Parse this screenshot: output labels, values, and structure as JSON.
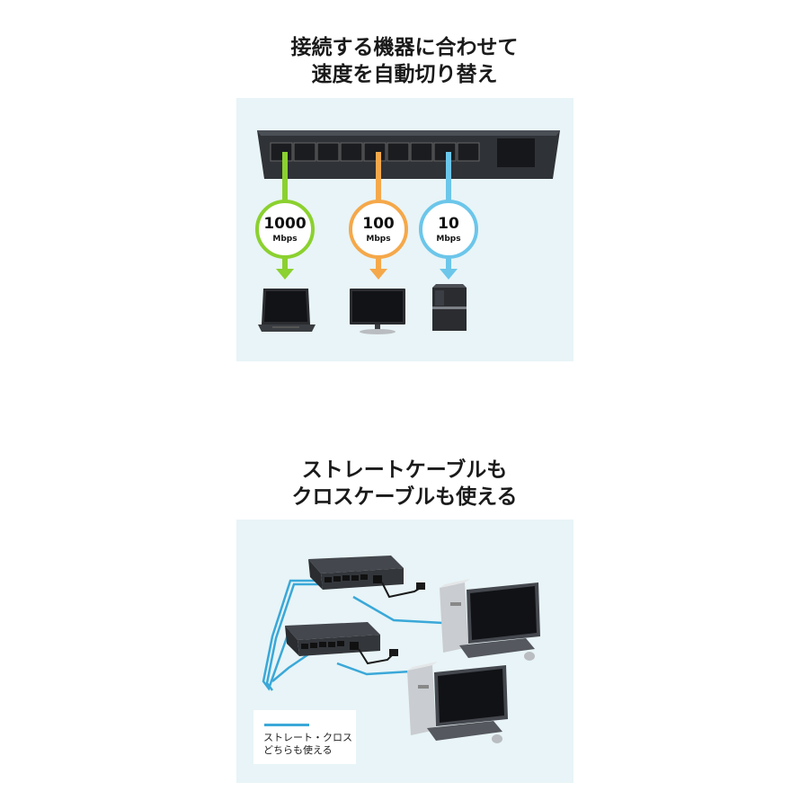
{
  "section1": {
    "title_line1": "接続する機器に合わせて",
    "title_line2": "速度を自動切り替え",
    "speeds": [
      {
        "value": "1000",
        "unit": "Mbps",
        "color": "#8bd12f",
        "device": "laptop-icon"
      },
      {
        "value": "100",
        "unit": "Mbps",
        "color": "#f5a84a",
        "device": "monitor-icon"
      },
      {
        "value": "10",
        "unit": "Mbps",
        "color": "#6cc6ea",
        "device": "console-icon"
      }
    ]
  },
  "section2": {
    "title_line1": "ストレートケーブルも",
    "title_line2": "クロスケーブルも使える",
    "legend_line1": "ストレート・クロス",
    "legend_line2": "どちらも使える",
    "cable_color": "#3aa8d8"
  },
  "colors": {
    "panel_bg": "#e8f4f7",
    "switch_body": "#2f3237",
    "title_text": "#1a1a1a"
  }
}
